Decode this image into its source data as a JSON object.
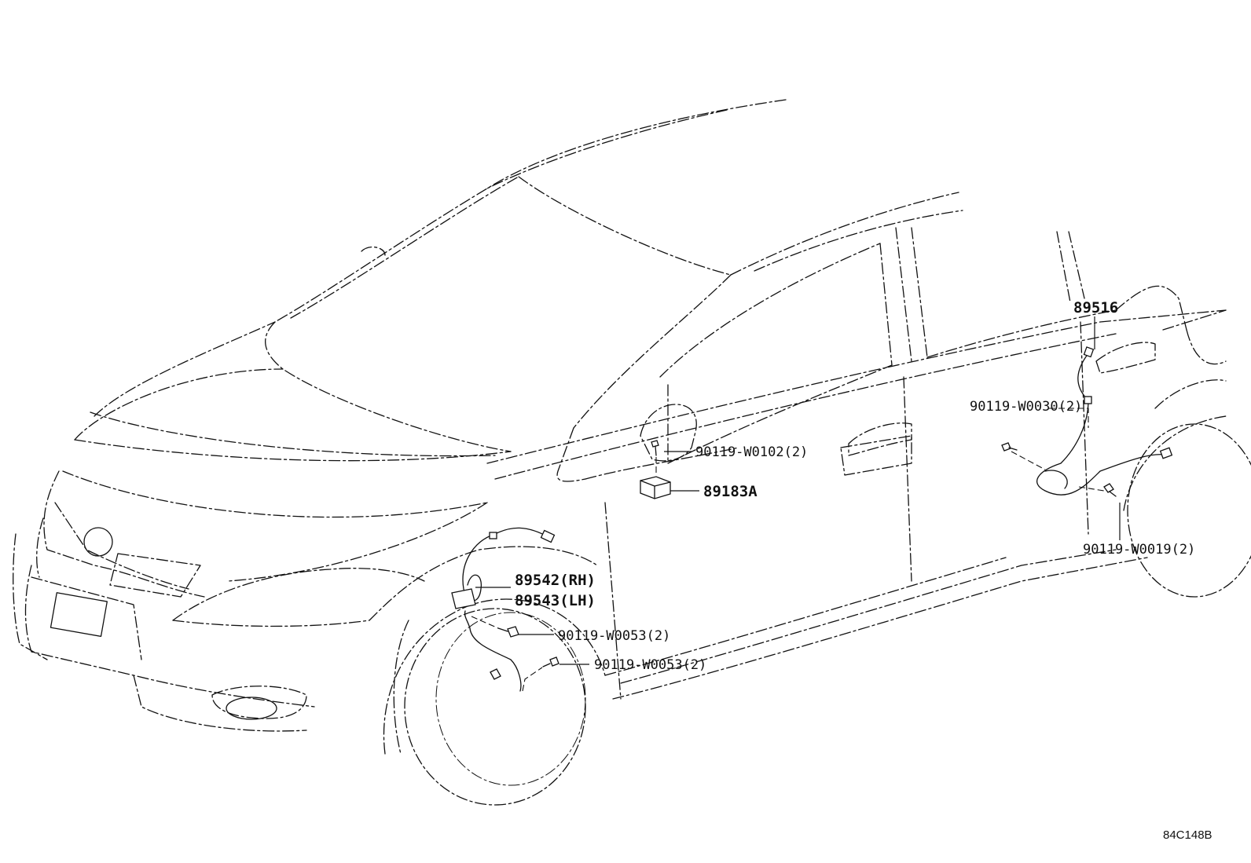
{
  "callouts": {
    "p89516": "89516",
    "p90119_w0030": "90119-W0030(2)",
    "p90119_w0102": "90119-W0102(2)",
    "p89183a": "89183A",
    "p90119_w0019": "90119-W0019(2)",
    "p89542": "89542(RH)",
    "p89543": "89543(LH)",
    "p90119_w0053_a": "90119-W0053(2)",
    "p90119_w0053_b": "90119-W0053(2)"
  },
  "diagram_code": "84C148B"
}
